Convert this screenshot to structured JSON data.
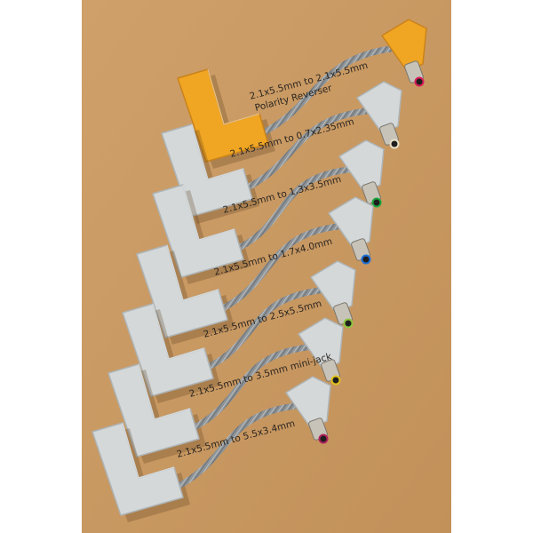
{
  "colors": {
    "board": "#c99a62",
    "board_edge": "#b5834c",
    "connector_grey": "#d4d8d9",
    "connector_shade": "#aeb4b6",
    "connector_orange": "#f0a623",
    "connector_orange_shade": "#c9821a",
    "cable": "#8d9397",
    "tip_metal": "#c8c3b8"
  },
  "adapters": [
    {
      "label": "2.1x5.5mm to 2.1x5.5mm",
      "label2": "Polarity Reverser",
      "color": "orange",
      "tip_color": "#d81c5a"
    },
    {
      "label": "2.1x5.5mm to 0.7x2.35mm",
      "color": "grey",
      "tip_color": "#e8e2c8"
    },
    {
      "label": "2.1x5.5mm to 1.3x3.5mm",
      "color": "grey",
      "tip_color": "#19a53d"
    },
    {
      "label": "2.1x5.5mm to 1.7x4.0mm",
      "color": "grey",
      "tip_color": "#1d6fd6"
    },
    {
      "label": "2.1x5.5mm to 2.5x5.5mm",
      "color": "grey",
      "tip_color": "#8dc63f"
    },
    {
      "label": "2.1x5.5mm to 3.5mm mini-jack",
      "color": "grey",
      "tip_color": "#e2c21a"
    },
    {
      "label": "2.1x5.5mm to 5.5x3.4mm",
      "color": "grey",
      "tip_color": "#b0205e"
    }
  ]
}
